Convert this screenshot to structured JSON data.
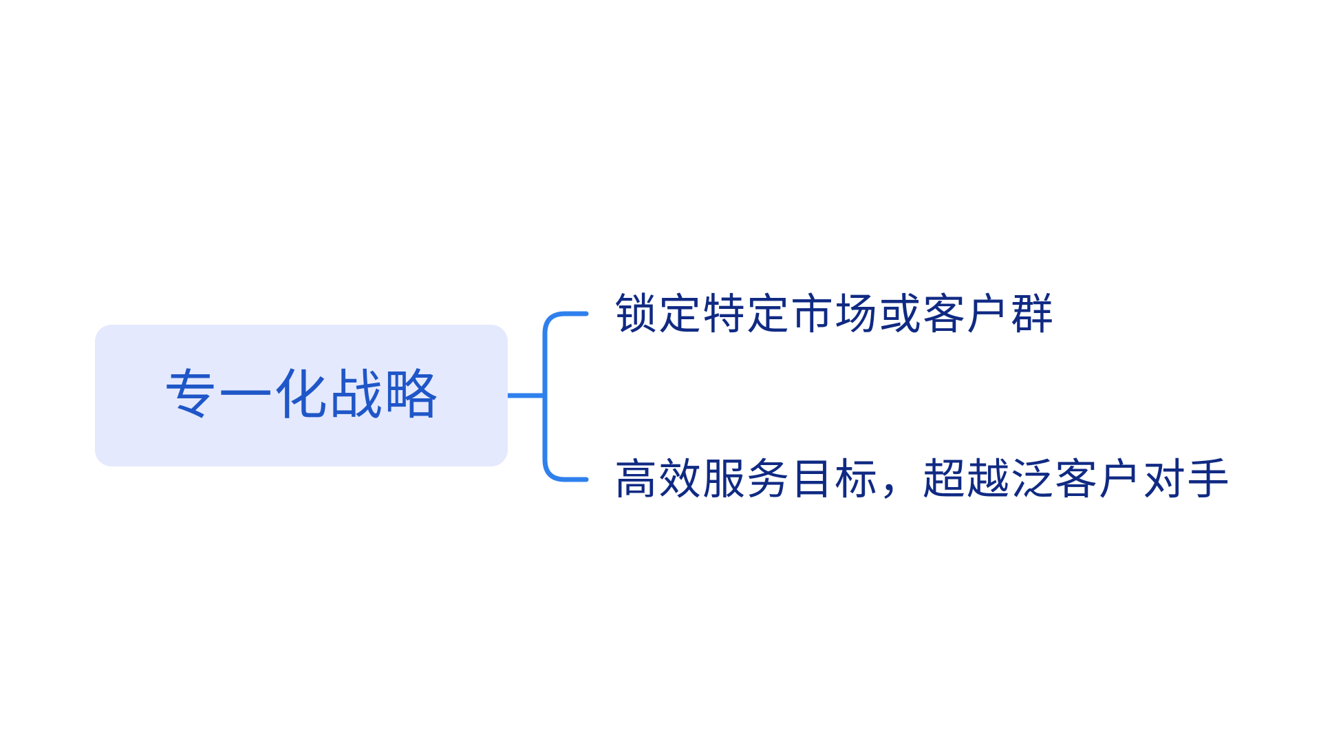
{
  "mindmap": {
    "root": {
      "label": "专一化战略"
    },
    "branches": [
      {
        "label": "锁定特定市场或客户群"
      },
      {
        "label": "高效服务目标，超越泛客户对手"
      }
    ]
  },
  "colors": {
    "root_fill": "#e4e9fd",
    "root_text": "#1f56c8",
    "branch_text": "#102a83",
    "connector": "#2f80ed"
  }
}
